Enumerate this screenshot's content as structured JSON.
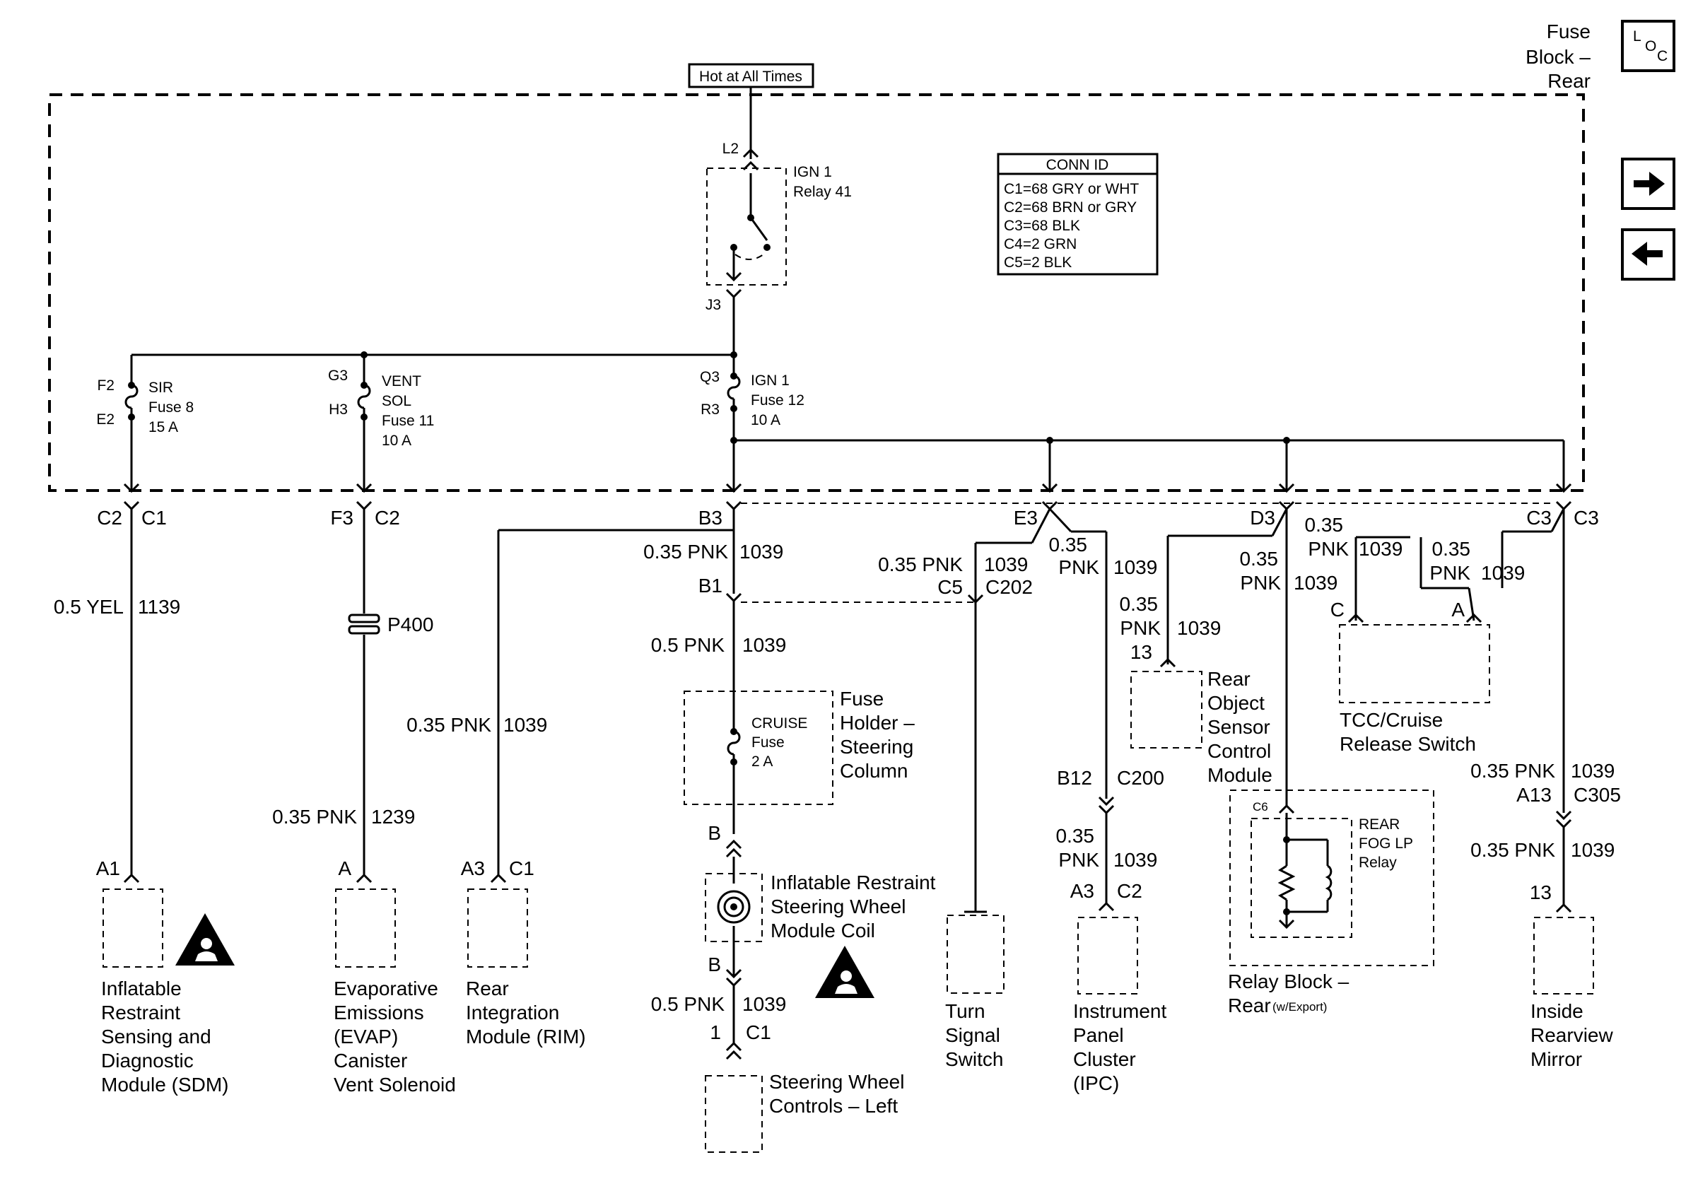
{
  "header": {
    "location_label": [
      "Fuse",
      "Block –",
      "Rear"
    ],
    "loc_icon_text": [
      "L",
      "O",
      "C"
    ],
    "hot_at_all_times": "Hot at All Times"
  },
  "nav": {
    "next_icon": "arrow-right-icon",
    "prev_icon": "arrow-left-icon"
  },
  "conn_id": {
    "title": "CONN ID",
    "rows": [
      "C1=68 GRY or WHT",
      "C2=68 BRN or GRY",
      "C3=68 BLK",
      "C4=2 GRN",
      "C5=2 BLK"
    ]
  },
  "relay": {
    "top_pin": "L2",
    "bottom_pin": "J3",
    "label": [
      "IGN 1",
      "Relay 41"
    ]
  },
  "fuses": {
    "sir": {
      "pin_top": "F2",
      "pin_bottom": "E2",
      "label": [
        "SIR",
        "Fuse 8",
        "15 A"
      ]
    },
    "vent": {
      "pin_top": "G3",
      "pin_bottom": "H3",
      "label": [
        "VENT",
        "SOL",
        "Fuse 11",
        "10 A"
      ]
    },
    "ign": {
      "pin_top": "Q3",
      "pin_bottom": "R3",
      "label": [
        "IGN 1",
        "Fuse 12",
        "10 A"
      ]
    }
  },
  "connectors": {
    "sdm_top": [
      "C2",
      "C1"
    ],
    "evap_top": [
      "F3",
      "C2"
    ],
    "b3": "B3",
    "e3": "E3",
    "d3": "D3",
    "c3": [
      "C3",
      "C3"
    ],
    "b1": "B1",
    "c5": [
      "C5",
      "C202"
    ],
    "b12": [
      "B12",
      "C200"
    ],
    "a13": [
      "A13",
      "C305"
    ],
    "c6": "C6",
    "p400": "P400"
  },
  "wires": {
    "sdm": [
      "0.5 YEL",
      "1139"
    ],
    "evap": [
      "0.35 PNK",
      "1239"
    ],
    "rim": [
      "0.35 PNK",
      "1039"
    ],
    "b3": [
      "0.35 PNK",
      "1039"
    ],
    "col": [
      "0.5 PNK",
      "1039"
    ],
    "turn": [
      "0.35 PNK",
      "1039"
    ],
    "ipc_top": [
      "0.35",
      "PNK",
      "1039"
    ],
    "ipc_bottom": [
      "0.35",
      "PNK",
      "1039"
    ],
    "rear_obj": [
      "0.35",
      "PNK",
      "1039"
    ],
    "relay_block": [
      "0.35",
      "PNK",
      "1039"
    ],
    "tcc_c": [
      "0.35",
      "PNK",
      "1039"
    ],
    "tcc_a": [
      "0.35",
      "PNK",
      "1039"
    ],
    "mirror_top": [
      "0.35 PNK",
      "1039"
    ],
    "mirror_bottom": [
      "0.35 PNK",
      "1039"
    ],
    "swc": [
      "0.5 PNK",
      "1039"
    ]
  },
  "components": {
    "sdm": {
      "pin": "A1",
      "label": [
        "Inflatable",
        "Restraint",
        "Sensing and",
        "Diagnostic",
        "Module (SDM)"
      ]
    },
    "evap": {
      "pin": "A",
      "label": [
        "Evaporative",
        "Emissions",
        "(EVAP)",
        "Canister",
        "Vent Solenoid"
      ]
    },
    "rim": {
      "pins": [
        "A3",
        "C1"
      ],
      "label": [
        "Rear",
        "Integration",
        "Module (RIM)"
      ]
    },
    "fuse_holder": {
      "label": [
        "Fuse",
        "Holder –",
        "Steering",
        "Column"
      ],
      "fuse": [
        "CRUISE",
        "Fuse",
        "2 A"
      ]
    },
    "coil": {
      "pin_top": "B",
      "pin_bottom": "B",
      "label": [
        "Inflatable Restraint",
        "Steering Wheel",
        "Module Coil"
      ]
    },
    "swc": {
      "pins": [
        "1",
        "C1"
      ],
      "label": [
        "Steering Wheel",
        "Controls – Left"
      ]
    },
    "turn": {
      "label": [
        "Turn",
        "Signal",
        "Switch"
      ]
    },
    "ipc": {
      "pins": [
        "A3",
        "C2"
      ],
      "label": [
        "Instrument",
        "Panel",
        "Cluster",
        "(IPC)"
      ]
    },
    "rear_obj": {
      "pin": "13",
      "label": [
        "Rear",
        "Object",
        "Sensor",
        "Control",
        "Module"
      ]
    },
    "relay_block": {
      "label": "Relay Block –",
      "label2": "Rear",
      "sub": "(w/Export)",
      "relay": [
        "REAR",
        "FOG LP",
        "Relay"
      ]
    },
    "tcc": {
      "pins": [
        "C",
        "A"
      ],
      "label": [
        "TCC/Cruise",
        "Release Switch"
      ]
    },
    "mirror": {
      "pin": "13",
      "label": [
        "Inside",
        "Rearview",
        "Mirror"
      ]
    }
  },
  "icons": {
    "airbag_warning": "airbag-warning-icon"
  }
}
